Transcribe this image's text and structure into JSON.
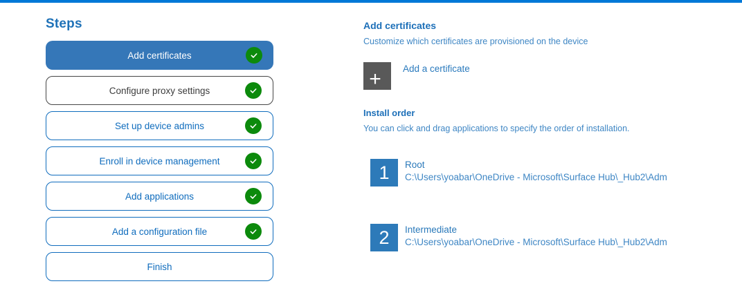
{
  "top_bar": {
    "color": "#0078d7"
  },
  "steps_panel": {
    "title": "Steps",
    "steps": [
      {
        "label": "Add certificates",
        "state": "active",
        "checked": true
      },
      {
        "label": "Configure proxy settings",
        "state": "visited",
        "checked": true
      },
      {
        "label": "Set up device admins",
        "state": "normal",
        "checked": true
      },
      {
        "label": "Enroll in device management",
        "state": "normal",
        "checked": true
      },
      {
        "label": "Add applications",
        "state": "normal",
        "checked": true
      },
      {
        "label": "Add a configuration file",
        "state": "normal",
        "checked": true
      },
      {
        "label": "Finish",
        "state": "normal",
        "checked": false
      }
    ],
    "check_color": "#0c8a0c",
    "active_color": "#3577b8"
  },
  "content": {
    "title": "Add certificates",
    "subtitle": "Customize which certificates are provisioned on the device",
    "add_button": {
      "icon": "plus-icon",
      "glyph": "+",
      "label": "Add a certificate"
    },
    "install_order": {
      "title": "Install order",
      "description": "You can click and drag applications to specify the order of installation.",
      "items": [
        {
          "index": "1",
          "name": "Root",
          "path": "C:\\Users\\yoabar\\OneDrive - Microsoft\\Surface Hub\\_Hub2\\Adm"
        },
        {
          "index": "2",
          "name": "Intermediate",
          "path": "C:\\Users\\yoabar\\OneDrive - Microsoft\\Surface Hub\\_Hub2\\Adm"
        }
      ]
    }
  }
}
